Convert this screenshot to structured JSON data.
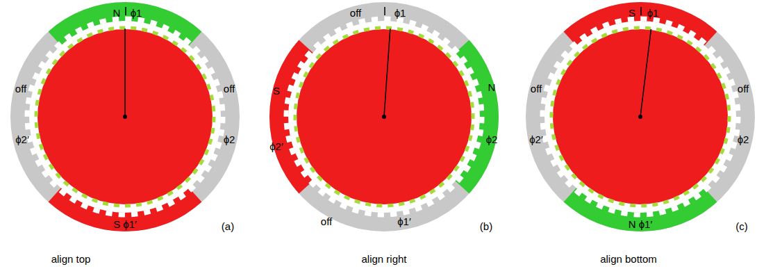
{
  "diagram": {
    "labels": [
      "N",
      "ϕ1",
      "off",
      "ϕ2′",
      "off",
      "ϕ2",
      "S ϕ1′",
      "(a)",
      "align top",
      "off",
      "ϕ1",
      "S",
      "ϕ2′",
      "N",
      "ϕ2",
      "off",
      "ϕ1′",
      "(b)",
      "align right",
      "S",
      "ϕ1",
      "off",
      "ϕ2′",
      "off",
      "ϕ2",
      "N ϕ1′",
      "(c)",
      "align bottom"
    ]
  }
}
